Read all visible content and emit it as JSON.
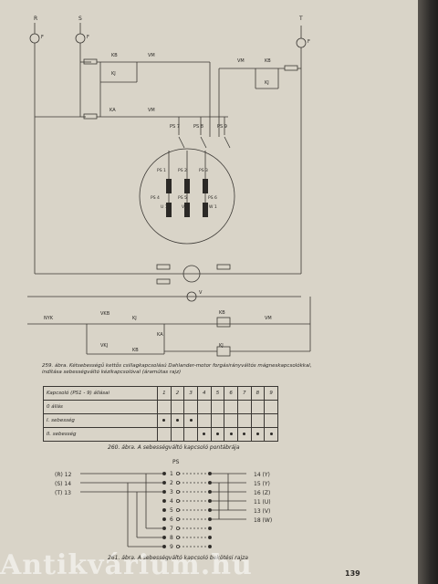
{
  "diagram1": {
    "supply_labels": [
      "R",
      "S",
      "T"
    ],
    "fuse_label": "F",
    "contacts": [
      "KB",
      "KJ",
      "KA",
      "VM",
      "VM",
      "KB",
      "KJ",
      "VM"
    ],
    "switch_labels": [
      "PS 7",
      "PS 8",
      "PS 9"
    ],
    "winding_labels": [
      "PS 1",
      "PS 2",
      "PS 3",
      "PS 4",
      "PS 5",
      "PS 6",
      "U 1",
      "V 1",
      "W 1"
    ],
    "voltmeter_label": "V",
    "control_labels": [
      "NYK",
      "VKB",
      "KJ",
      "VKJ",
      "KB",
      "KA",
      "KB",
      "VM",
      "KJ"
    ]
  },
  "caption1": "259. ábra. Kétsebességű kettős csillagkapcsolású  Dahlander-motor forgásirányváltós mágneskapcsolókkal, indítása  sebességváltó kézikapcsolóval (áramútas rajz)",
  "table": {
    "header": [
      "Kapcsoló  (PS1 - 9) állásai",
      "1",
      "2",
      "3",
      "4",
      "5",
      "6",
      "7",
      "8",
      "9"
    ],
    "rows": [
      {
        "label": "0 állás",
        "dots": [
          0,
          0,
          0,
          0,
          0,
          0,
          0,
          0,
          0
        ]
      },
      {
        "label": "I. sebesség",
        "dots": [
          1,
          1,
          1,
          0,
          0,
          0,
          0,
          0,
          0
        ]
      },
      {
        "label": "II. sebesség",
        "dots": [
          0,
          0,
          0,
          1,
          1,
          1,
          1,
          1,
          1
        ]
      }
    ]
  },
  "caption2": "260. ábra. A sebességváltó kapcsoló pontábrája",
  "diagram2": {
    "ps_label": "PS",
    "left_terminals": [
      "(R) 12",
      "(S) 14",
      "(T) 13"
    ],
    "positions": [
      "1",
      "2",
      "3",
      "4",
      "5",
      "6",
      "7",
      "8",
      "9"
    ],
    "right_terminals": [
      "14 (Y)",
      "15 (Y)",
      "16 (Z)",
      "11 (U)",
      "13 (V)",
      "18 (W)"
    ]
  },
  "caption3": "261. ábra. A sebességváltó kapcsoló bekötési rajza",
  "page_number": "139",
  "watermark": "Antikvárium.hu"
}
